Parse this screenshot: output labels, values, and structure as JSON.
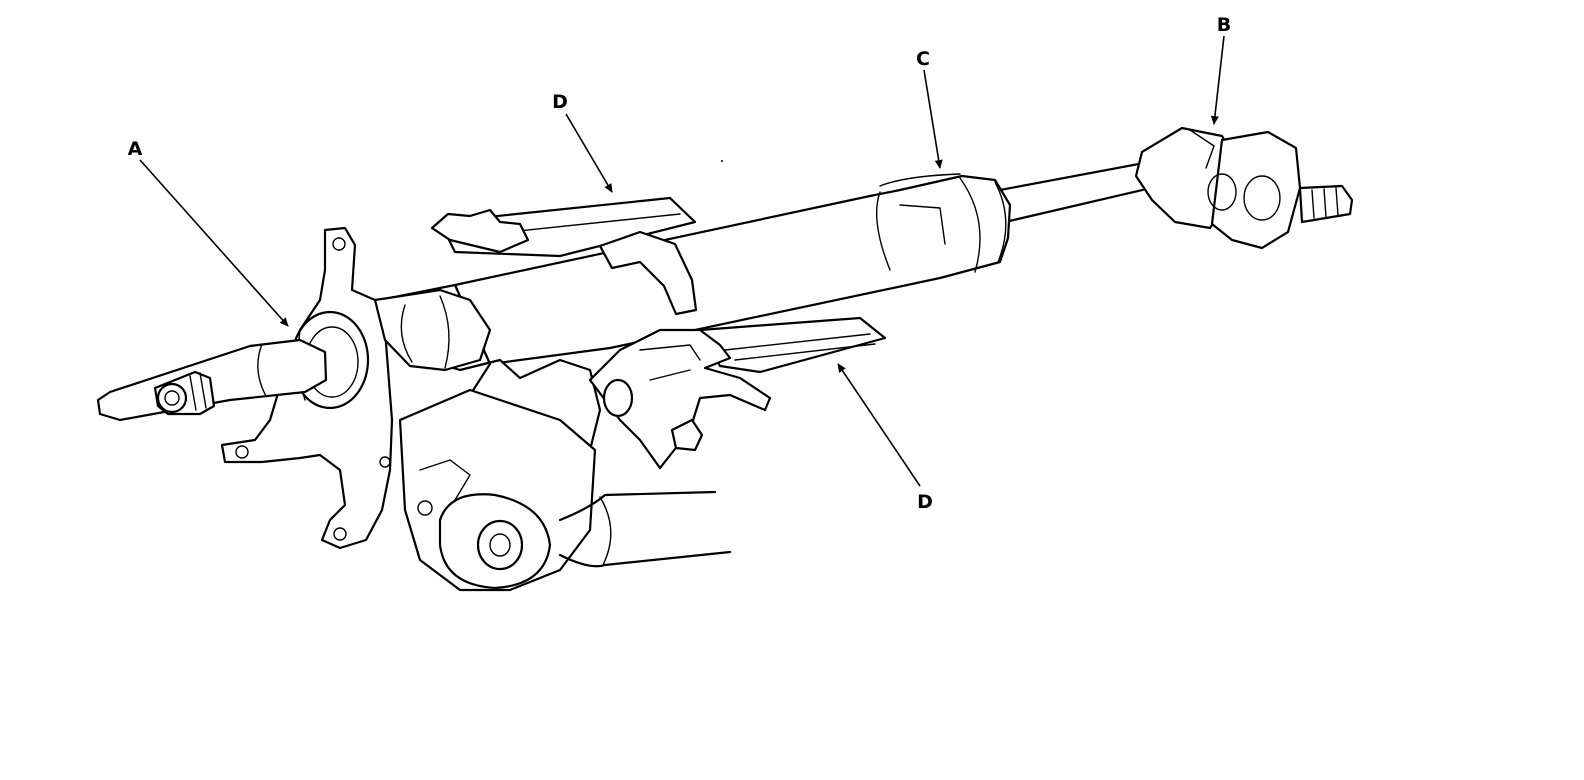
{
  "diagram": {
    "colors": {
      "line": "#000000",
      "background": "#ffffff"
    },
    "callouts": {
      "a": "A",
      "b": "B",
      "c": "C",
      "d_upper": "D",
      "d_lower": "D"
    }
  }
}
